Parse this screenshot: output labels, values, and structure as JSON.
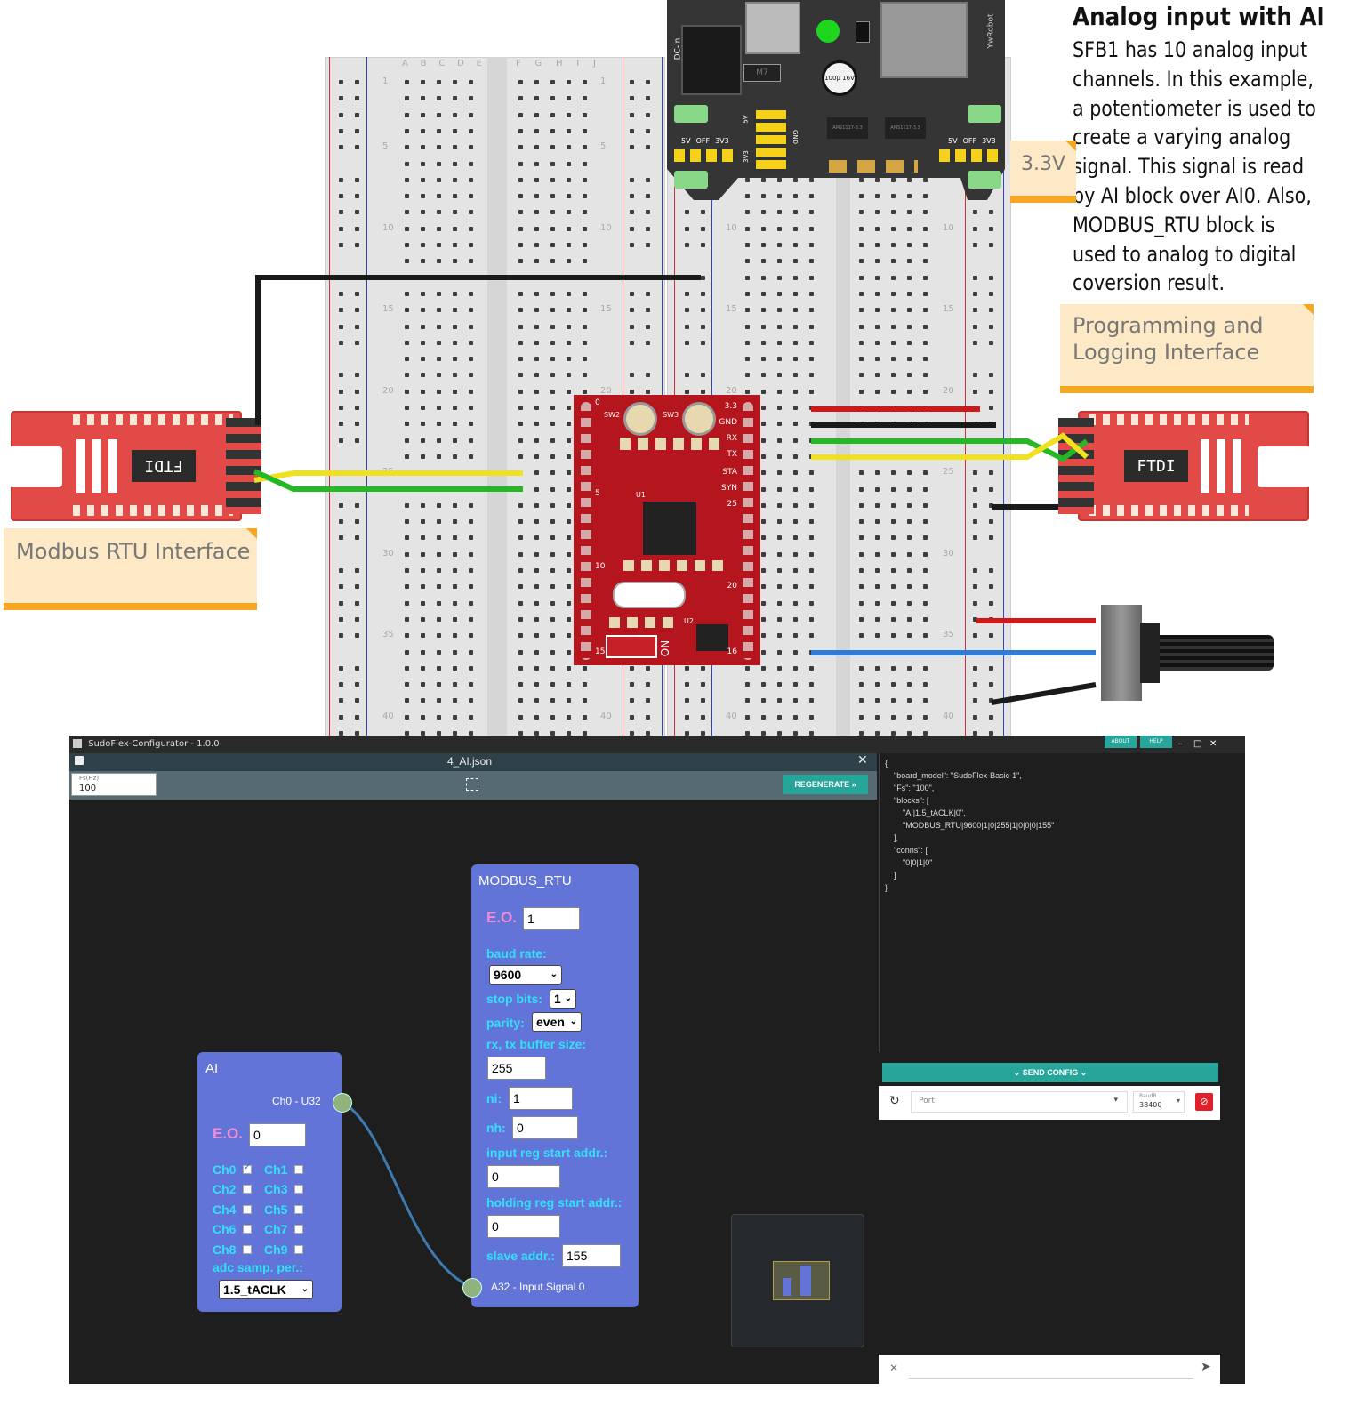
{
  "annotation": {
    "title": "Analog input with AI",
    "body_lines": [
      "SFB1 has 10 analog input",
      "channels. In this example,",
      "a potentiometer is used to",
      "create a varying analog",
      "signal. This signal is read",
      "by AI block over AI0. Also,",
      "MODBUS_RTU block is",
      "used to analog to digital",
      "coversion result."
    ]
  },
  "notes": {
    "volt": "3.3V",
    "programming": [
      "Programming and",
      "Logging Interface"
    ],
    "modbus": "Modbus RTU Interface"
  },
  "hardware": {
    "ftdi_left": "FTDI",
    "ftdi_right": "FTDI",
    "breadboard_cols_left": [
      "A",
      "B",
      "C",
      "D",
      "E"
    ],
    "breadboard_cols_right": [
      "F",
      "G",
      "H",
      "I",
      "J"
    ],
    "row_numbers": [
      "1",
      "5",
      "10",
      "15",
      "20",
      "25",
      "30",
      "35",
      "40"
    ],
    "power_labels": [
      "5V",
      "OFF",
      "3V3"
    ],
    "power_header_labels": [
      "5V",
      "3V3",
      "GND"
    ],
    "dc_label": "DC-in",
    "yw_label": "YwRobot",
    "cap_label": "100µ 16V",
    "reg_label": "AMS1117-3.3",
    "diode_label": "M7",
    "sfb_pins_left": [
      "0",
      "5",
      "10",
      "15"
    ],
    "sfb_pins_right": [
      "3.3",
      "GND",
      "RX",
      "TX",
      "STA",
      "SYN",
      "25",
      "20",
      "16"
    ],
    "sfb_sw": [
      "SW2",
      "SW3"
    ],
    "sfb_on": "ON",
    "sfb_u1": "U1",
    "sfb_u2": "U2"
  },
  "app": {
    "window_title": "SudoFlex-Configurator - 1.0.0",
    "top_buttons": [
      "ABOUT",
      "HELP"
    ],
    "file_name": "4_AI.json",
    "fs_label": "Fs(Hz)",
    "fs_value": "100",
    "regenerate_label": "REGENERATE",
    "ai_block": {
      "title": "AI",
      "output": "Ch0 - U32",
      "eo_label": "E.O.",
      "eo_value": "0",
      "channels": [
        "Ch0",
        "Ch1",
        "Ch2",
        "Ch3",
        "Ch4",
        "Ch5",
        "Ch6",
        "Ch7",
        "Ch8",
        "Ch9"
      ],
      "channels_checked": [
        true,
        false,
        false,
        false,
        false,
        false,
        false,
        false,
        false,
        false
      ],
      "adc_label": "adc samp. per.:",
      "adc_value": "1.5_tACLK"
    },
    "modbus_block": {
      "title": "MODBUS_RTU",
      "eo_label": "E.O.",
      "eo_value": "1",
      "baud_label": "baud rate:",
      "baud_value": "9600",
      "stop_label": "stop bits:",
      "stop_value": "1",
      "parity_label": "parity:",
      "parity_value": "even",
      "buffer_label": "rx, tx buffer size:",
      "buffer_value": "255",
      "ni_label": "ni:",
      "ni_value": "1",
      "nh_label": "nh:",
      "nh_value": "0",
      "input_reg_label": "input reg start addr.:",
      "input_reg_value": "0",
      "holding_reg_label": "holding reg start addr.:",
      "holding_reg_value": "0",
      "slave_label": "slave addr.:",
      "slave_value": "155",
      "input_signal": "A32 - Input Signal 0"
    },
    "json_lines": [
      "{",
      "    \"board_model\": \"SudoFlex-Basic-1\",",
      "    \"Fs\": \"100\",",
      "    \"blocks\": [",
      "        \"AI|1.5_tACLK|0\",",
      "        \"MODBUS_RTU|9600|1|0|255|1|0|0|0|155\"",
      "    ],",
      "    \"conns\": [",
      "        \"0|0|1|0\"",
      "    ]",
      "}"
    ],
    "send_config_label": "SEND CONFIG",
    "port_placeholder": "Port",
    "baud_label_small": "BaudR...",
    "baud_value_small": "38400"
  },
  "colors": {
    "block_bg": "#6374d8",
    "label_cyan": "#32e0f8",
    "eo_pink": "#f08cd8",
    "teal": "#26a69a",
    "ftdi_red": "#e24a48",
    "sfb_red": "#b5161d",
    "note_bg": "#fde9c5",
    "note_border": "#f5a623"
  }
}
